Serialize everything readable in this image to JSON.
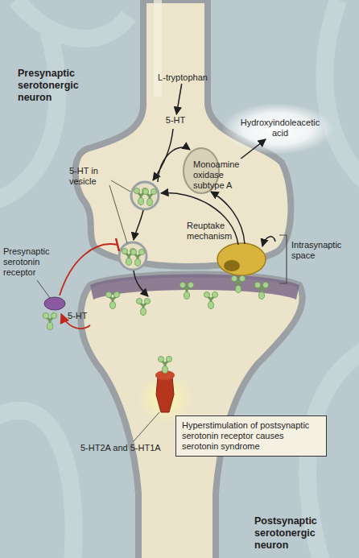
{
  "diagram": {
    "nodes": [
      {
        "text": [
          "L-tryptophan"
        ]
      },
      {
        "text": [
          "5-HT"
        ]
      },
      {
        "text": [
          "Monoamine oxidase subtype A"
        ]
      },
      {
        "text": [
          "Hydroxyindoleacetic acid"
        ]
      },
      {
        "text": [
          "Hyperstimulation of postsynaptic serotonin receptor causes serotonin syndrome"
        ]
      }
    ],
    "edges": [
      {
        "from": 0,
        "to": 1,
        "arrow": "to"
      },
      {
        "from": 2,
        "to": 3,
        "arrow": "to"
      }
    ],
    "labels": [
      "Presynaptic serotonergic neuron",
      "5-HT in vesicle",
      "Presynaptic serotonin receptor",
      "Reuptake mechanism",
      "5-HT",
      "Intrasynaptic space",
      "5-HT2A and 5-HT1A",
      "Postsynaptic serotonergic neuron"
    ]
  }
}
